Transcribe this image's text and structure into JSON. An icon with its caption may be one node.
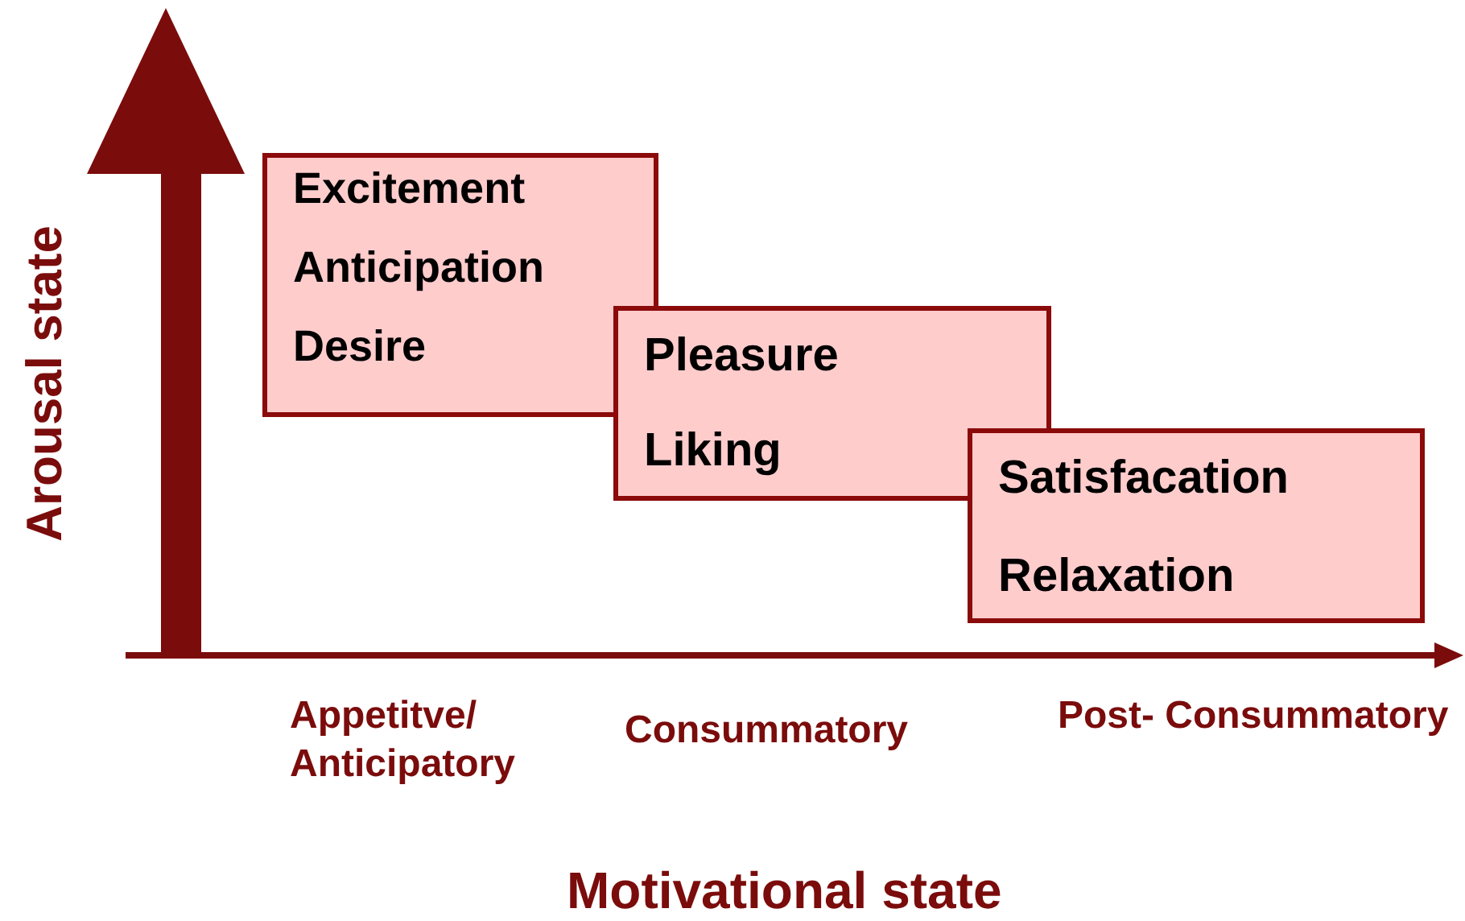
{
  "diagram": {
    "nodes": [
      {
        "text": [
          "Excitement",
          "Anticipation",
          "Desire"
        ]
      },
      {
        "text": [
          "Pleasure",
          "Liking"
        ]
      },
      {
        "text": [
          "Satisfacation",
          "Relaxation"
        ]
      }
    ],
    "labels": [
      "Arousal state",
      "Appetitve/ Anticipatory",
      "Consummatory",
      "Post- Consummatory",
      "Motivational state"
    ]
  }
}
